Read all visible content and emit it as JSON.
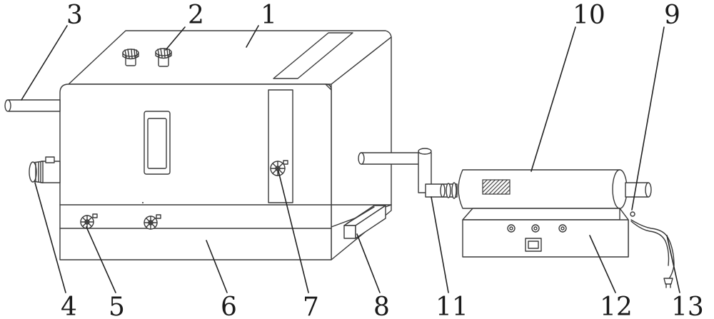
{
  "labels": {
    "l1": "1",
    "l2": "2",
    "l3": "3",
    "l4": "4",
    "l5": "5",
    "l6": "6",
    "l7": "7",
    "l8": "8",
    "l9": "9",
    "l10": "10",
    "l11": "11",
    "l12": "12",
    "l13": "13"
  },
  "colors": {
    "line": "#3a3a3a",
    "hatch": "#444444",
    "background": "#ffffff"
  }
}
